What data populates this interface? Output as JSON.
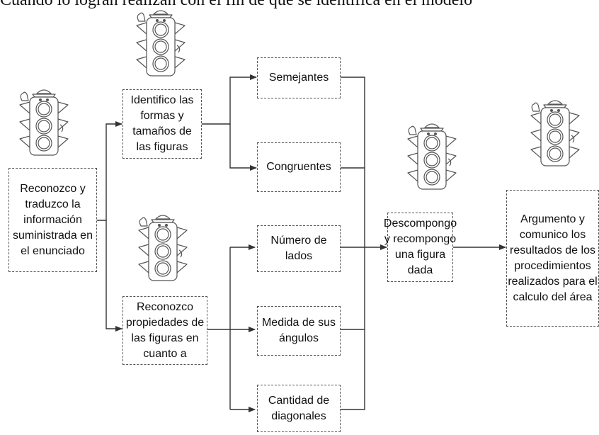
{
  "header": {
    "cropped_text": "Cuando lo logran realizan con el fin de que se identifica en el modelo"
  },
  "nodes": {
    "start": "Reconozco  y traduzco la información suministrada en el enunciado",
    "identify": "Identifico las formas y tamaños de las figuras",
    "recognize": "Reconozco propiedades de las figuras en cuanto a",
    "similar": "Semejantes",
    "congruent": "Congruentes",
    "sides": "Número de lados",
    "angles": "Medida de sus ángulos",
    "diagonals": "Cantidad de diagonales",
    "decompose": "Descompongo y recompongo una figura dada",
    "argue": "Argumento y comunico los resultados de los procedimientos realizados para el calculo del área"
  },
  "icons": [
    "traffic-light-icon"
  ],
  "colors": {
    "line": "#333333",
    "border": "#555555",
    "icon_stroke": "#555555"
  }
}
